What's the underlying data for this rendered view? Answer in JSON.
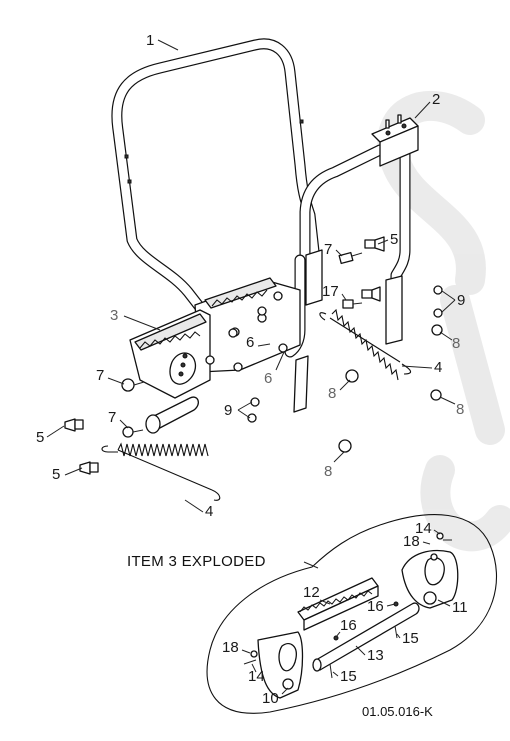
{
  "figure": {
    "callouts": [
      "1",
      "2",
      "3",
      "4",
      "4",
      "5",
      "5",
      "5",
      "6",
      "6",
      "7",
      "7",
      "7",
      "8",
      "8",
      "8",
      "8",
      "9",
      "9",
      "17"
    ],
    "exploded_title": "ITEM 3 EXPLODED",
    "exploded_callouts": [
      "10",
      "11",
      "12",
      "13",
      "14",
      "14",
      "15",
      "15",
      "16",
      "16",
      "18",
      "18"
    ],
    "drawing_code": "01.05.016-K"
  }
}
